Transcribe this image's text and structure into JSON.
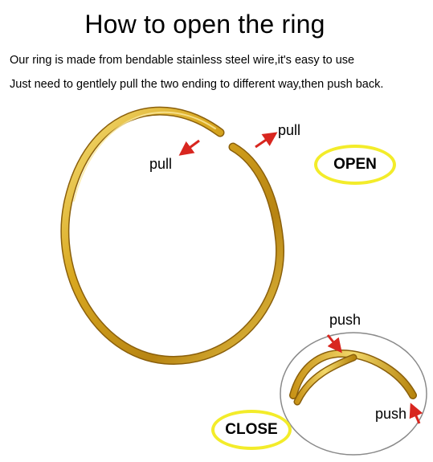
{
  "header": {
    "title": "How to open the ring",
    "line1": "Our ring is made from bendable stainless steel wire,it's easy to use",
    "line2": "Just need to gentlely pull the two ending to different way,then push back."
  },
  "open_section": {
    "pull_left": "pull",
    "pull_right": "pull",
    "badge": "OPEN"
  },
  "close_section": {
    "push_top": "push",
    "push_bottom": "push",
    "badge": "CLOSE"
  },
  "colors": {
    "gold": "#d9a820",
    "arrow": "#d8261f",
    "badge_outline": "#f3ec2a"
  }
}
